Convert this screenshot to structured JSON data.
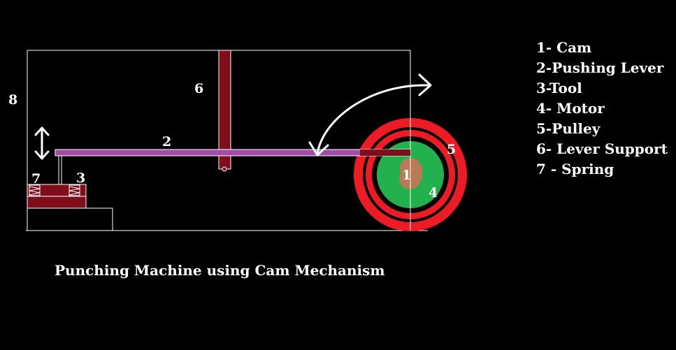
{
  "labels": {
    "n1": "1",
    "n2": "2",
    "n3": "3",
    "n4": "4",
    "n5": "5",
    "n6": "6",
    "n7": "7",
    "n8": "8"
  },
  "legend": [
    "1- Cam",
    "2-Pushing Lever",
    "3-Tool",
    "4- Motor",
    "5-Pulley",
    "6- Lever Support",
    "7 - Spring"
  ],
  "caption": "Punching Machine using Cam Mechanism",
  "colors": {
    "background": "#000000",
    "frame": "#ffffff",
    "lever": "#a24ba8",
    "support": "#7f0d1b",
    "pulley": "#ed1c24",
    "motor": "#22b14c",
    "cam": "#b97a57",
    "text": "#ffffff"
  }
}
